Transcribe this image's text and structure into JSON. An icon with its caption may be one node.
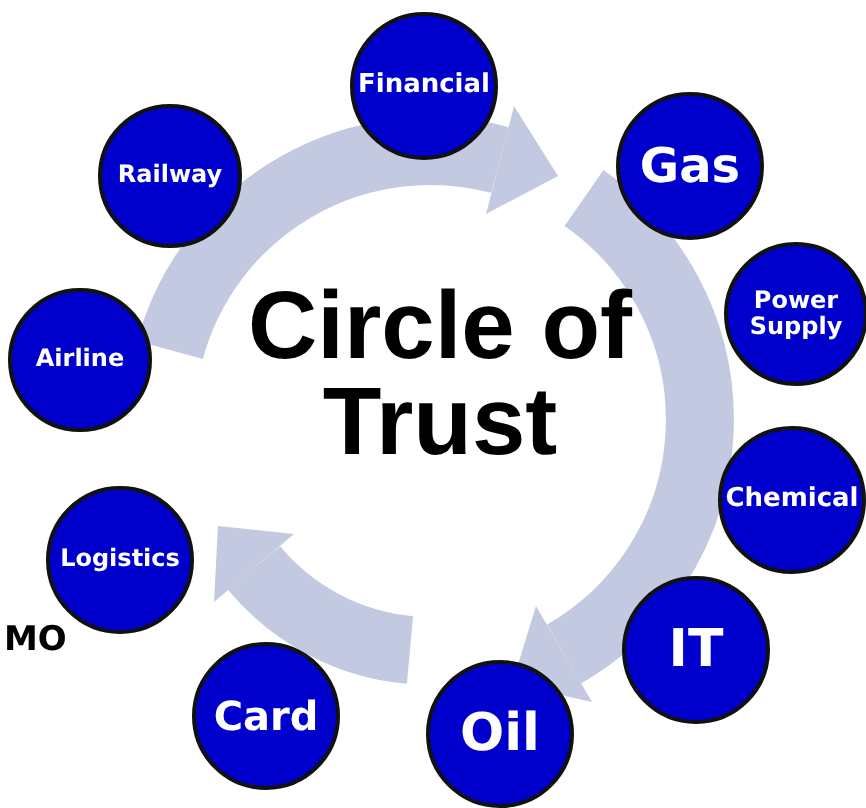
{
  "diagram": {
    "title": "Circle of Trust",
    "nodes": [
      {
        "text": [
          "Financial"
        ]
      },
      {
        "text": [
          "Gas"
        ]
      },
      {
        "text": [
          "Power Supply"
        ]
      },
      {
        "text": [
          "Chemical"
        ]
      },
      {
        "text": [
          "IT"
        ]
      },
      {
        "text": [
          "Oil"
        ]
      },
      {
        "text": [
          "Card"
        ]
      },
      {
        "text": [
          "Logistics"
        ]
      },
      {
        "text": [
          "Airline"
        ]
      },
      {
        "text": [
          "Railway"
        ]
      }
    ],
    "labels": [
      "MO"
    ]
  }
}
